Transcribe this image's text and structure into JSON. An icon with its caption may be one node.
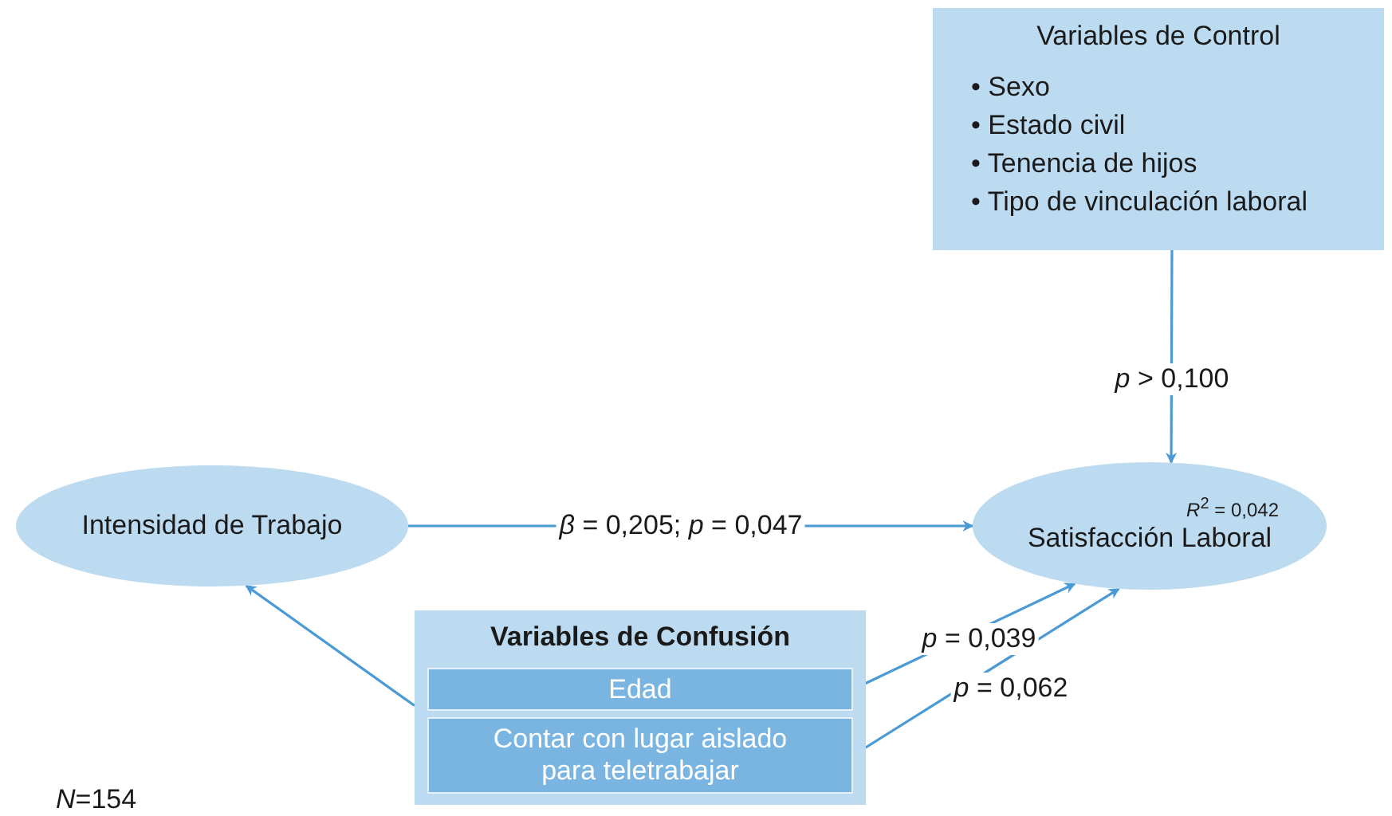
{
  "diagram": {
    "nodes": [
      {
        "text": [
          "Variables de Control",
          "• Sexo",
          "• Estado civil",
          "• Tenencia de hijos",
          "• Tipo de vinculación laboral"
        ]
      },
      {
        "text": [
          "Intensidad de Trabajo"
        ]
      },
      {
        "text": [
          "*R*$^{2}$ = 0,042",
          "Satisfacción Laboral"
        ]
      },
      {
        "text": [
          "Variables de Confusión"
        ]
      },
      {
        "text": [
          "Edad"
        ],
        "in": 3
      },
      {
        "text": [
          "Contar con lugar aislado para teletrabajar"
        ],
        "in": 3
      }
    ],
    "edges": [
      {
        "from": 0,
        "to": 2,
        "arrow": "to",
        "label": "*p* > 0,100"
      },
      {
        "from": 1,
        "to": 2,
        "arrow": "to",
        "label": "*β* = 0,205; *p* = 0,047"
      },
      {
        "from": 3,
        "to": 1,
        "arrow": "to"
      },
      {
        "from": 4,
        "to": 2,
        "arrow": "to",
        "label": "*p* = 0,039"
      },
      {
        "from": 5,
        "to": 2,
        "arrow": "to",
        "label": "*p* = 0,062"
      }
    ],
    "labels": [
      "*N*=154"
    ]
  }
}
